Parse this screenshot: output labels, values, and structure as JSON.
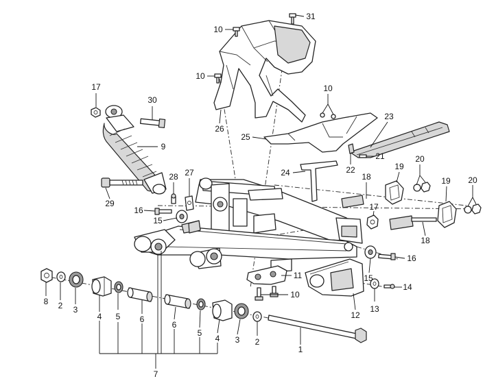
{
  "callouts": [
    {
      "id": "c1",
      "text": "1"
    },
    {
      "id": "c2a",
      "text": "2"
    },
    {
      "id": "c2b",
      "text": "2"
    },
    {
      "id": "c3a",
      "text": "3"
    },
    {
      "id": "c3b",
      "text": "3"
    },
    {
      "id": "c4a",
      "text": "4"
    },
    {
      "id": "c4b",
      "text": "4"
    },
    {
      "id": "c5a",
      "text": "5"
    },
    {
      "id": "c5b",
      "text": "5"
    },
    {
      "id": "c6a",
      "text": "6"
    },
    {
      "id": "c6b",
      "text": "6"
    },
    {
      "id": "c7",
      "text": "7"
    },
    {
      "id": "c8",
      "text": "8"
    },
    {
      "id": "c9",
      "text": "9"
    },
    {
      "id": "c10a",
      "text": "10"
    },
    {
      "id": "c10b",
      "text": "10"
    },
    {
      "id": "c10c",
      "text": "10"
    },
    {
      "id": "c10d",
      "text": "10"
    },
    {
      "id": "c11",
      "text": "11"
    },
    {
      "id": "c12",
      "text": "12"
    },
    {
      "id": "c13",
      "text": "13"
    },
    {
      "id": "c14",
      "text": "14"
    },
    {
      "id": "c15a",
      "text": "15"
    },
    {
      "id": "c15b",
      "text": "15"
    },
    {
      "id": "c16a",
      "text": "16"
    },
    {
      "id": "c16b",
      "text": "16"
    },
    {
      "id": "c17a",
      "text": "17"
    },
    {
      "id": "c17b",
      "text": "17"
    },
    {
      "id": "c18a",
      "text": "18"
    },
    {
      "id": "c18b",
      "text": "18"
    },
    {
      "id": "c19a",
      "text": "19"
    },
    {
      "id": "c19b",
      "text": "19"
    },
    {
      "id": "c20a",
      "text": "20"
    },
    {
      "id": "c20b",
      "text": "20"
    },
    {
      "id": "c21",
      "text": "21"
    },
    {
      "id": "c22",
      "text": "22"
    },
    {
      "id": "c23",
      "text": "23"
    },
    {
      "id": "c24",
      "text": "24"
    },
    {
      "id": "c25",
      "text": "25"
    },
    {
      "id": "c26",
      "text": "26"
    },
    {
      "id": "c27",
      "text": "27"
    },
    {
      "id": "c28",
      "text": "28"
    },
    {
      "id": "c29",
      "text": "29"
    },
    {
      "id": "c30",
      "text": "30"
    },
    {
      "id": "c31",
      "text": "31"
    }
  ]
}
